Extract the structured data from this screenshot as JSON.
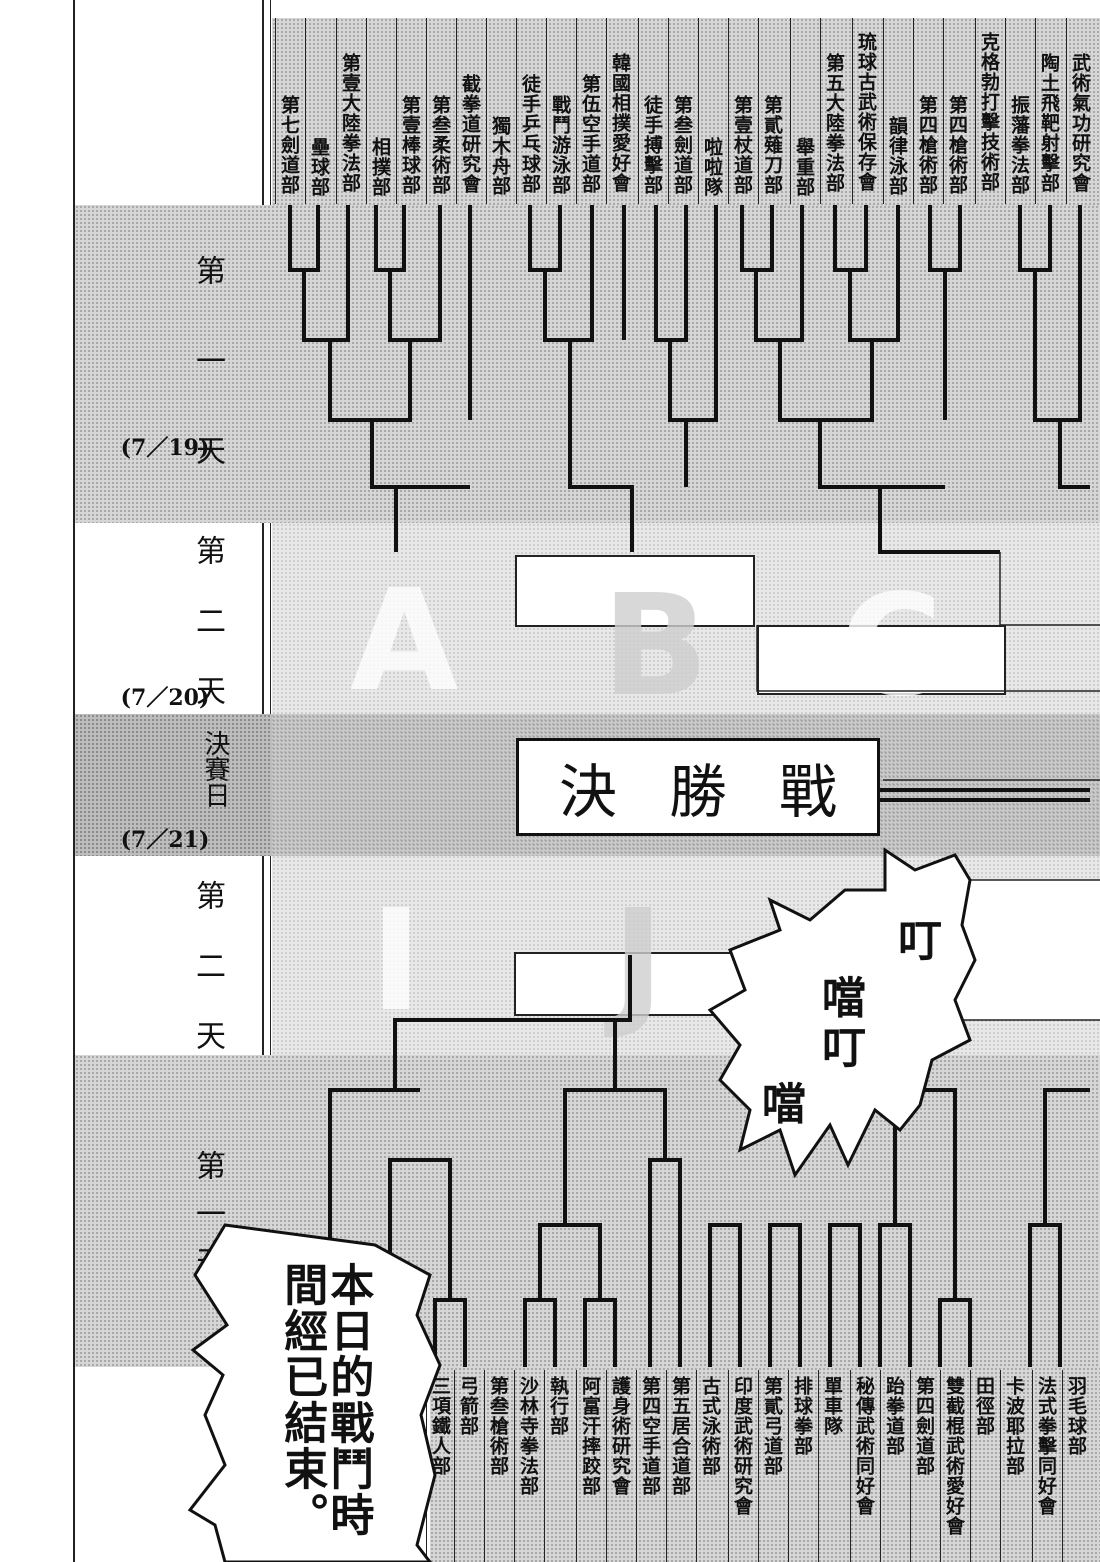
{
  "days": {
    "day1_top": {
      "label": "第一天",
      "date": "(7／19)"
    },
    "day2_top": {
      "label": "第二天",
      "date": "(7／20)"
    },
    "final_day": {
      "label": "決賽日",
      "date": "(7／21)"
    },
    "day2_bottom": {
      "label": "第二天"
    },
    "day1_bottom": {
      "label": "第一天"
    }
  },
  "blocks": {
    "a": "A",
    "b": "B",
    "c": "C",
    "i": "I",
    "j": "J"
  },
  "final_label": [
    "決",
    "勝",
    "戰"
  ],
  "top_teams": [
    "第七劍道部",
    "壘球部",
    "第壹大陸拳法部",
    "相撲部",
    "第壹棒球部",
    "第叁柔術部",
    "截拳道研究會",
    "獨木舟部",
    "徒手乒乓球部",
    "戰鬥游泳部",
    "第伍空手道部",
    "韓國相撲愛好會",
    "徒手搏擊部",
    "第叁劍道部",
    "啦啦隊",
    "第壹杖道部",
    "第貳薙刀部",
    "舉重部",
    "第五大陸拳法部",
    "琉球古武術保存會",
    "韻律泳部",
    "第四槍術部",
    "第四槍術部",
    "克格勃打擊技術部",
    "振藩拳法部",
    "陶土飛靶射擊部",
    "武術氣功研究會"
  ],
  "bottom_teams": [
    "三項鐵人部",
    "弓箭部",
    "第叁槍術部",
    "沙林寺拳法部",
    "執行部",
    "阿富汗摔跤部",
    "護身術研究會",
    "第四空手道部",
    "第五居合道部",
    "古式泳術部",
    "印度武術研究會",
    "第貳弓道部",
    "排球拳部",
    "單車隊",
    "秘傳武術同好會",
    "跆拳道部",
    "第四劍道部",
    "雙截棍武術愛好會",
    "田徑部",
    "卡波耶拉部",
    "法式拳擊同好會",
    "羽毛球部"
  ],
  "sfx": {
    "s1": "叮",
    "s2": "噹",
    "s3": "叮",
    "s4": "噹"
  },
  "speech": "本日的戰鬥時間經已結束。"
}
